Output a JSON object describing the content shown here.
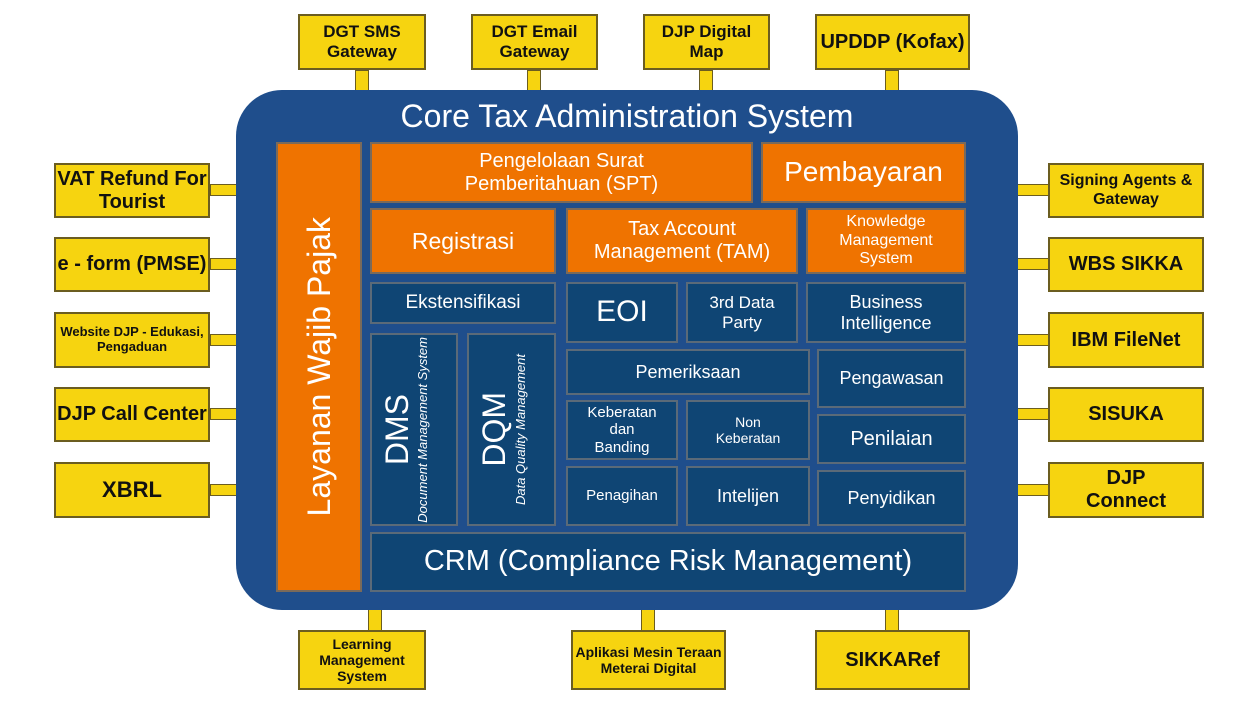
{
  "title": "Core Tax Administration System",
  "core": {
    "layanan": "Layanan Wajib Pajak",
    "spt": "Pengelolaan Surat Pemberitahuan (SPT)",
    "pembayaran": "Pembayaran",
    "registrasi": "Registrasi",
    "tam": "Tax Account Management (TAM)",
    "kms": "Knowledge Management System",
    "ekstensifikasi": "Ekstensifikasi",
    "eoi": "EOI",
    "third_party": "3rd Data Party",
    "bi": "Business Intelligence",
    "dms": "DMS",
    "dms_sub": "Document Management System",
    "dqm": "DQM",
    "dqm_sub": "Data Quality Management",
    "pemeriksaan": "Pemeriksaan",
    "pengawasan": "Pengawasan",
    "keberatan": "Keberatan dan Banding",
    "non_keberatan": "Non Keberatan",
    "penilaian": "Penilaian",
    "penagihan": "Penagihan",
    "intelijen": "Intelijen",
    "penyidikan": "Penyidikan",
    "crm": "CRM (Compliance Risk Management)"
  },
  "top": [
    "DGT SMS Gateway",
    "DGT Email Gateway",
    "DJP Digital Map",
    "UPDDP (Kofax)"
  ],
  "left": [
    "VAT Refund For Tourist",
    "e - form (PMSE)",
    "Website DJP - Edukasi, Pengaduan",
    "DJP Call Center",
    "XBRL"
  ],
  "right": [
    "Signing Agents & Gateway",
    "WBS SIKKA",
    "IBM FileNet",
    "SISUKA",
    "DJP Connect"
  ],
  "bottom": [
    "Learning Management System",
    "Aplikasi Mesin Teraan Meterai Digital",
    "SIKKARef"
  ]
}
